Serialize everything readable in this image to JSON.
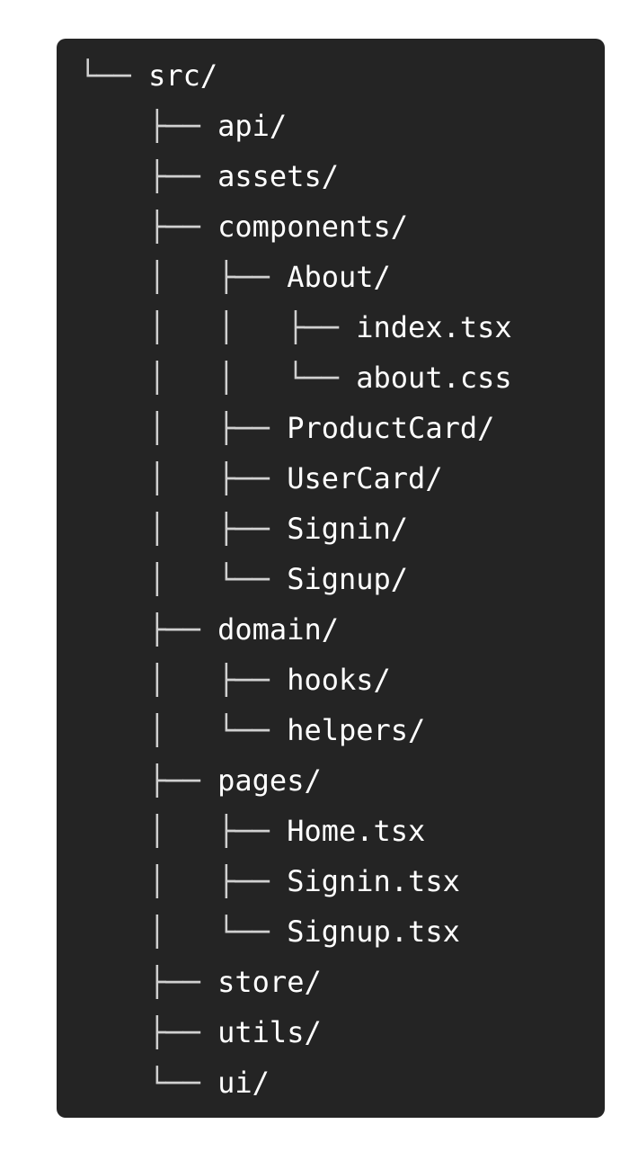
{
  "colors": {
    "page-bg": "#ffffff",
    "panel-bg": "#242424",
    "branch-color": "#d0d0d0",
    "name-color": "#ffffff"
  },
  "tree": {
    "items": [
      {
        "prefix": "└── ",
        "name": "src/"
      },
      {
        "prefix": "    ├── ",
        "name": "api/"
      },
      {
        "prefix": "    ├── ",
        "name": "assets/"
      },
      {
        "prefix": "    ├── ",
        "name": "components/"
      },
      {
        "prefix": "    │   ├── ",
        "name": "About/"
      },
      {
        "prefix": "    │   │   ├── ",
        "name": "index.tsx"
      },
      {
        "prefix": "    │   │   └── ",
        "name": "about.css"
      },
      {
        "prefix": "    │   ├── ",
        "name": "ProductCard/"
      },
      {
        "prefix": "    │   ├── ",
        "name": "UserCard/"
      },
      {
        "prefix": "    │   ├── ",
        "name": "Signin/"
      },
      {
        "prefix": "    │   └── ",
        "name": "Signup/"
      },
      {
        "prefix": "    ├── ",
        "name": "domain/"
      },
      {
        "prefix": "    │   ├── ",
        "name": "hooks/"
      },
      {
        "prefix": "    │   └── ",
        "name": "helpers/"
      },
      {
        "prefix": "    ├── ",
        "name": "pages/"
      },
      {
        "prefix": "    │   ├── ",
        "name": "Home.tsx"
      },
      {
        "prefix": "    │   ├── ",
        "name": "Signin.tsx"
      },
      {
        "prefix": "    │   └── ",
        "name": "Signup.tsx"
      },
      {
        "prefix": "    ├── ",
        "name": "store/"
      },
      {
        "prefix": "    ├── ",
        "name": "utils/"
      },
      {
        "prefix": "    └── ",
        "name": "ui/"
      }
    ]
  }
}
